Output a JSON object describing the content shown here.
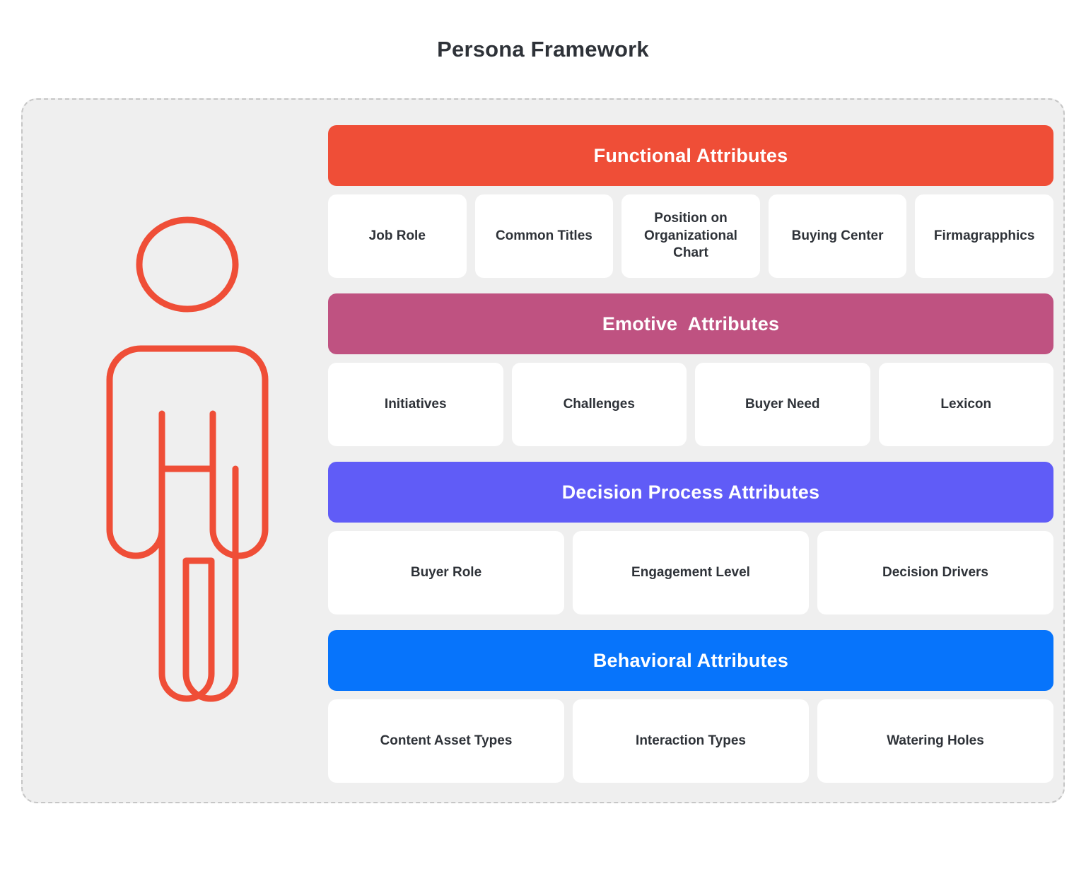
{
  "title": "Persona Framework",
  "colors": {
    "functional": "#ef4e37",
    "emotive": "#bf5281",
    "decision": "#605cf7",
    "behavioral": "#0774fb",
    "panel_bg": "#efefef",
    "panel_border": "#c6c6c6",
    "card_bg": "#ffffff",
    "text": "#2e3238",
    "figure_stroke": "#ef4e37"
  },
  "persona_icon": {
    "name": "person-figure-icon",
    "description": "outlined standing person"
  },
  "groups": [
    {
      "id": "functional",
      "header": "Functional Attributes",
      "color": "#ef4e37",
      "items": [
        "Job Role",
        "Common Titles",
        "Position on Organizational Chart",
        "Buying Center",
        "Firmagrapphics"
      ]
    },
    {
      "id": "emotive",
      "header": "Emotive  Attributes",
      "color": "#bf5281",
      "items": [
        "Initiatives",
        "Challenges",
        "Buyer Need",
        "Lexicon"
      ]
    },
    {
      "id": "decision",
      "header": "Decision Process Attributes",
      "color": "#605cf7",
      "items": [
        "Buyer Role",
        "Engagement Level",
        "Decision Drivers"
      ]
    },
    {
      "id": "behavioral",
      "header": "Behavioral Attributes",
      "color": "#0774fb",
      "items": [
        "Content Asset Types",
        "Interaction Types",
        "Watering Holes"
      ]
    }
  ]
}
